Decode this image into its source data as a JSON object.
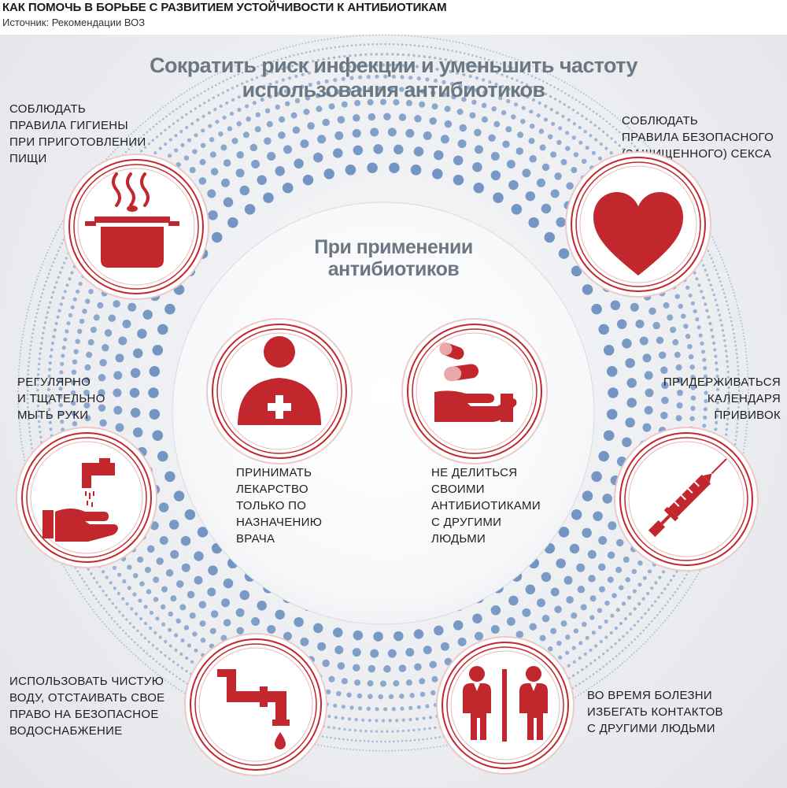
{
  "header": {
    "title": "КАК ПОМОЧЬ В БОРЬБЕ С РАЗВИТИЕМ УСТОЙЧИВОСТИ К АНТИБИОТИКАМ",
    "source": "Источник: Рекомендации ВОЗ"
  },
  "main_title": {
    "line1": "Сократить риск инфекции и уменьшить частоту",
    "line2": "использования антибиотиков"
  },
  "inner_title": {
    "line1": "При применении",
    "line2": "антибиотиков"
  },
  "items": {
    "food_hygiene": {
      "lines": [
        "СОБЛЮДАТЬ",
        "ПРАВИЛА ГИГИЕНЫ",
        "ПРИ ПРИГОТОВЛЕНИИ",
        "ПИЩИ"
      ],
      "icon": "cooking-pot-icon"
    },
    "safe_sex": {
      "lines": [
        "СОБЛЮДАТЬ",
        "ПРАВИЛА БЕЗОПАСНОГО",
        "(ЗАЩИЩЕННОГО) СЕКСА"
      ],
      "icon": "heart-icon"
    },
    "wash_hands": {
      "lines": [
        "РЕГУЛЯРНО",
        "И ТЩАТЕЛЬНО",
        "МЫТЬ РУКИ"
      ],
      "icon": "hand-washing-icon"
    },
    "vaccination": {
      "lines": [
        "ПРИДЕРЖИВАТЬСЯ",
        "КАЛЕНДАРЯ",
        "ПРИВИВОК"
      ],
      "icon": "syringe-icon"
    },
    "prescription": {
      "lines": [
        "ПРИНИМАТЬ",
        "ЛЕКАРСТВО",
        "ТОЛЬКО ПО",
        "НАЗНАЧЕНИЮ",
        "ВРАЧА"
      ],
      "icon": "doctor-icon"
    },
    "no_sharing": {
      "lines": [
        "НЕ ДЕЛИТЬСЯ",
        "СВОИМИ",
        "АНТИБИОТИКАМИ",
        "С ДРУГИМИ",
        "ЛЮДЬМИ"
      ],
      "icon": "pills-hand-icon"
    },
    "clean_water": {
      "lines": [
        "ИСПОЛЬЗОВАТЬ ЧИСТУЮ",
        "ВОДУ, ОТСТАИВАТЬ СВОЕ",
        "ПРАВО НА БЕЗОПАСНОЕ",
        "ВОДОСНАБЖЕНИЕ"
      ],
      "icon": "water-pipe-icon"
    },
    "avoid_contacts": {
      "lines": [
        "ВО ВРЕМЯ БОЛЕЗНИ",
        "ИЗБЕГАТЬ КОНТАКТОВ",
        "С ДРУГИМИ ЛЮДЬМИ"
      ],
      "icon": "people-separated-icon"
    }
  },
  "colors": {
    "accent_red": "#c1272d",
    "dot_blue": "#6b8fc0",
    "title_gray": "#6b7883",
    "ring_pink": "#e8b9b9"
  }
}
